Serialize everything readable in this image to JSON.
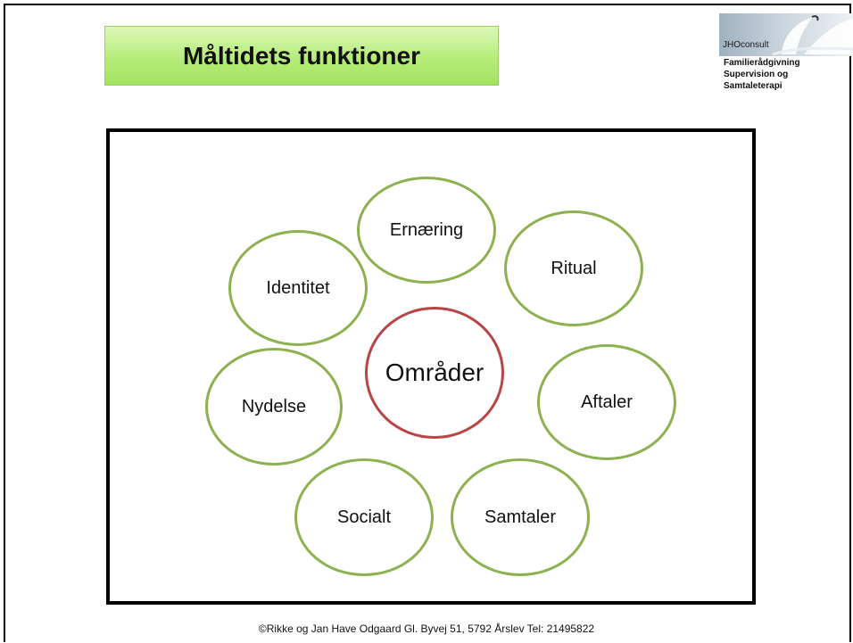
{
  "title": "Måltidets funktioner",
  "logo": {
    "brand": "JHOconsult",
    "lines": [
      "Familierådgivning",
      "Supervision og",
      "Samtaleterapi"
    ]
  },
  "diagram": {
    "center": "Områder",
    "nodes": [
      "Ernæring",
      "Ritual",
      "Aftaler",
      "Samtaler",
      "Socialt",
      "Nydelse",
      "Identitet"
    ]
  },
  "colors": {
    "node_border": "#8db050",
    "center_border": "#b94444",
    "title_fill": "#b6ec7a"
  },
  "footer": "©Rikke og Jan Have Odgaard  Gl. Byvej 51, 5792 Årslev Tel: 21495822"
}
